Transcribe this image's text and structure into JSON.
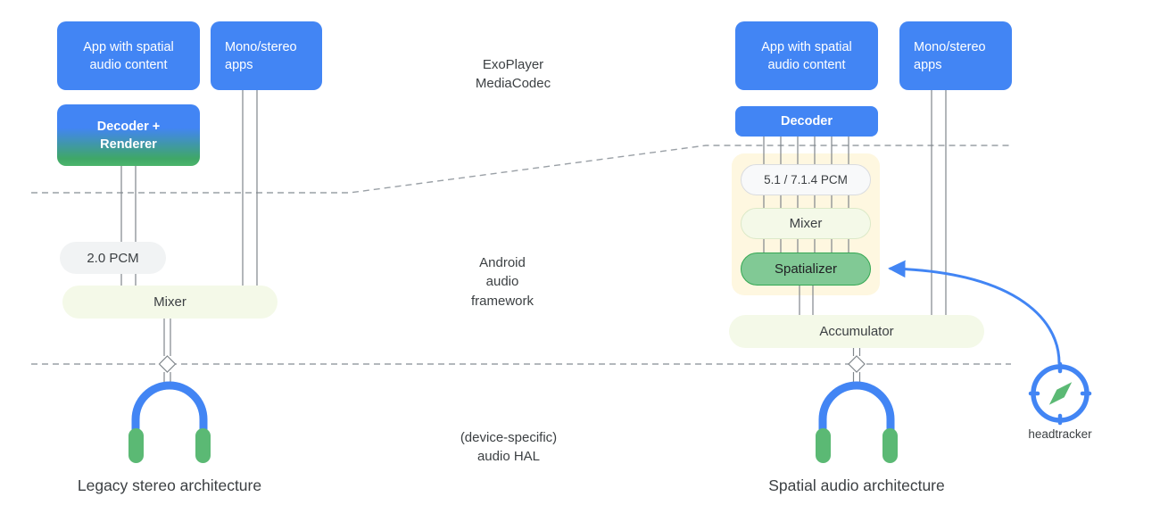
{
  "colors": {
    "blue": "#4285F4",
    "green": "#5BB974",
    "green_pill": "#81C995",
    "green_border": "#34A853",
    "light_green_fill": "#F4F9E8",
    "gray_fill": "#F1F3F4",
    "yellow_container": "#FEF7E0",
    "line_gray": "#80868B",
    "dashed_gray": "#9AA0A6",
    "text_dark": "#3C4043"
  },
  "middle_labels": {
    "player": "ExoPlayer\nMediaCodec",
    "framework": "Android\naudio\nframework",
    "hal": "(device-specific)\naudio HAL"
  },
  "left": {
    "app_box": "App with spatial\naudio content",
    "mono_box": "Mono/stereo\napps",
    "decoder_box": "Decoder +\nRenderer",
    "pcm_pill": "2.0 PCM",
    "mixer_pill": "Mixer",
    "caption": "Legacy stereo architecture"
  },
  "right": {
    "app_box": "App with spatial\naudio content",
    "mono_box": "Mono/stereo\napps",
    "decoder_box": "Decoder",
    "pcm_pill": "5.1 / 7.1.4 PCM",
    "mixer_pill": "Mixer",
    "spatializer_pill": "Spatializer",
    "accumulator_pill": "Accumulator",
    "headtracker_label": "headtracker",
    "caption": "Spatial audio architecture"
  }
}
